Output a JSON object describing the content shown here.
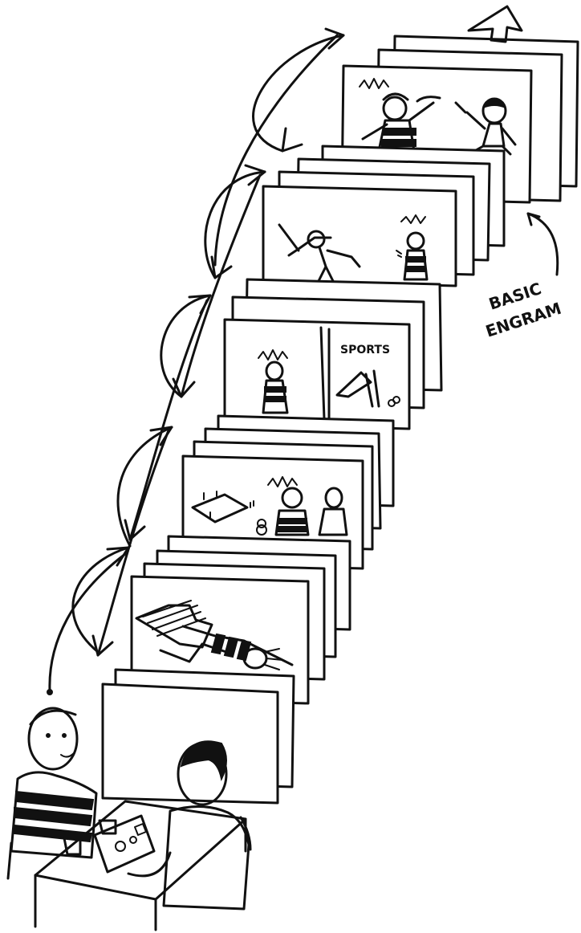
{
  "labels": {
    "engram_line1": "BASIC",
    "engram_line2": "ENGRAM",
    "sports_sign": "SPORTS"
  },
  "icons": {
    "top_arrow": "up-arrow-icon",
    "meter": "e-meter-device"
  }
}
